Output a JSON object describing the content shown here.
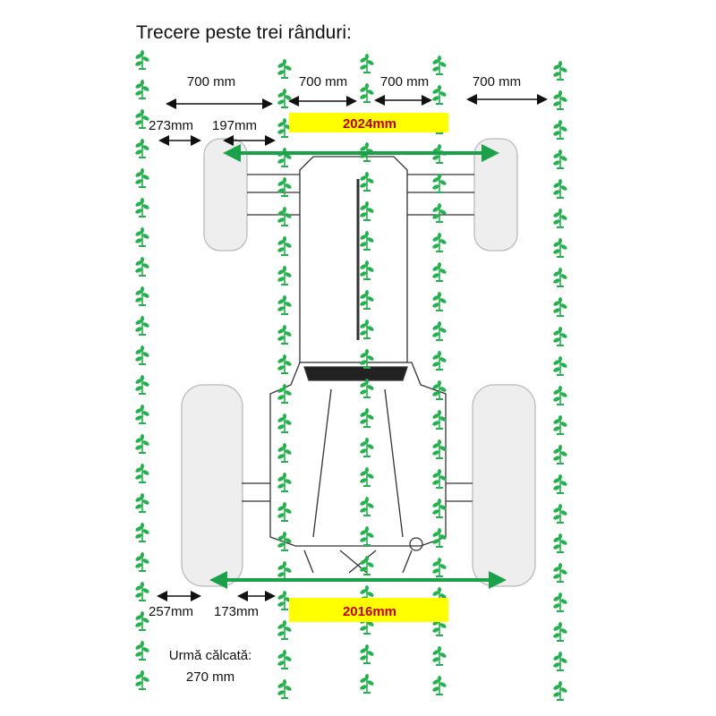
{
  "title": "Trecere peste trei rânduri:",
  "row_spacing_labels": [
    "700 mm",
    "700 mm",
    "700 mm",
    "700 mm"
  ],
  "front": {
    "offset_outer": "273mm",
    "offset_inner": "197mm",
    "track_width": "2024mm"
  },
  "rear": {
    "offset_outer": "257mm",
    "offset_inner": "173mm",
    "track_width": "2016mm"
  },
  "footprint": {
    "label": "Urmă călcată:",
    "value": "270 mm"
  },
  "colors": {
    "plant": "#22b14c",
    "arrow_track": "#1aa14a",
    "highlight": "#ffff00",
    "track_text": "#c00000"
  },
  "icons": {
    "plant": "plant-icon"
  }
}
